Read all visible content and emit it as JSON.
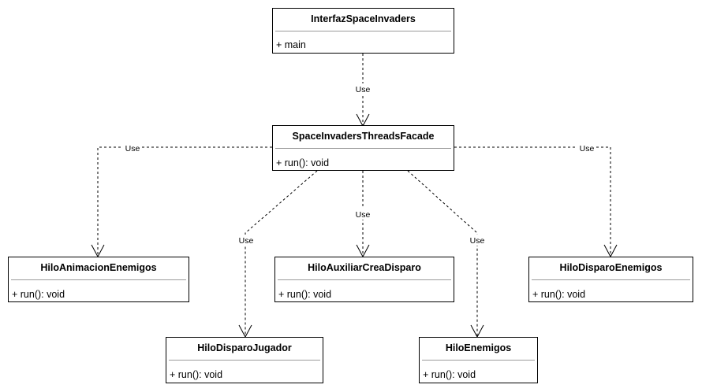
{
  "classes": [
    {
      "id": "interfaz",
      "name": "InterfazSpaceInvaders",
      "member": "+ main"
    },
    {
      "id": "facade",
      "name": "SpaceInvadersThreadsFacade",
      "member": "+ run(): void"
    },
    {
      "id": "animacion",
      "name": "HiloAnimacionEnemigos",
      "member": "+ run(): void"
    },
    {
      "id": "auxiliar",
      "name": "HiloAuxiliarCreaDisparo",
      "member": "+ run(): void"
    },
    {
      "id": "disparoenemigos",
      "name": "HiloDisparoEnemigos",
      "member": "+ run(): void"
    },
    {
      "id": "jugador",
      "name": "HiloDisparoJugador",
      "member": "+ run(): void"
    },
    {
      "id": "enemigos",
      "name": "HiloEnemigos",
      "member": "+ run(): void"
    }
  ],
  "relations": [
    {
      "id": "interfaz-facade",
      "label": "Use"
    },
    {
      "id": "facade-animacion",
      "label": "Use"
    },
    {
      "id": "facade-jugador",
      "label": "Use"
    },
    {
      "id": "facade-auxiliar",
      "label": "Use"
    },
    {
      "id": "facade-enemigos",
      "label": "Use"
    },
    {
      "id": "facade-disparoenemigos",
      "label": "Use"
    }
  ]
}
